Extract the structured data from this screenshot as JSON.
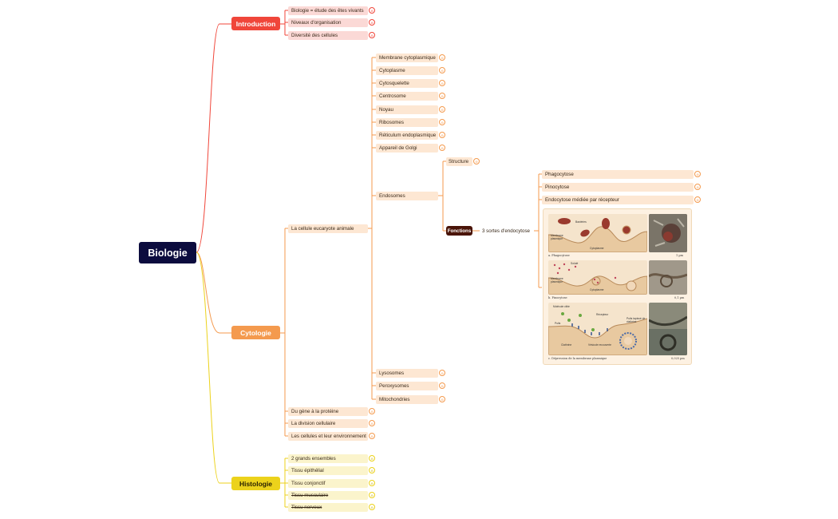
{
  "root": {
    "label": "Biologie"
  },
  "colors": {
    "root": "#0c0c3e",
    "introduction": "#f0463a",
    "cytologie": "#f49a4e",
    "histologie": "#ecd21b",
    "fonctions": "#4a1408"
  },
  "branches": {
    "introduction": {
      "label": "Introduction",
      "items": [
        {
          "label": "Biologie = étude des êtes vivants",
          "badge": "⊖"
        },
        {
          "label": "Niveaux d'organisation",
          "badge": "⊖"
        },
        {
          "label": "Diversité des cellules",
          "badge": "⊖"
        }
      ]
    },
    "cytologie": {
      "label": "Cytologie",
      "cellule": {
        "label": "La cellule eucaryote animale",
        "organelles_top": [
          {
            "label": "Membrane cytoplasmique",
            "badge": "⊖"
          },
          {
            "label": "Cytoplasme",
            "badge": "⊖"
          },
          {
            "label": "Cytosquelette",
            "badge": "⊖"
          },
          {
            "label": "Centrosome",
            "badge": "⊖"
          },
          {
            "label": "Noyau",
            "badge": "⊖"
          },
          {
            "label": "Ribosomes",
            "badge": "⊖"
          },
          {
            "label": "Réticulum endoplasmique",
            "badge": "⊖"
          },
          {
            "label": "Appareil de Golgi",
            "badge": "⊖"
          }
        ],
        "endosomes": {
          "label": "Endosomes",
          "structure": {
            "label": "Structure",
            "badge": "⊖"
          },
          "fonctions": {
            "label": "Fonctions",
            "child": "3 sortes d'endocytose",
            "types": [
              {
                "label": "Phagocytose",
                "badge": "⊖"
              },
              {
                "label": "Pinocytose",
                "badge": "⊖"
              },
              {
                "label": "Endocytose médiée par récepteur",
                "badge": "⊖"
              }
            ]
          }
        },
        "organelles_bottom": [
          {
            "label": "Lysosomes",
            "badge": "⊖"
          },
          {
            "label": "Peroxysomes",
            "badge": "⊖"
          },
          {
            "label": "Mitochondries",
            "badge": "⊖"
          }
        ]
      },
      "others": [
        {
          "label": "Du gène à la protéine",
          "badge": "⊖"
        },
        {
          "label": "La division cellulaire",
          "badge": "⊖"
        },
        {
          "label": "Les cellules et leur environnement",
          "badge": "⊖"
        }
      ]
    },
    "histologie": {
      "label": "Histologie",
      "items": [
        {
          "label": "2 grands ensembles",
          "badge": "⊖",
          "strike": false
        },
        {
          "label": "Tissu épithélial",
          "badge": "⊖",
          "strike": false
        },
        {
          "label": "Tissu conjonctif",
          "badge": "⊖",
          "strike": false
        },
        {
          "label": "Tissu musculaire",
          "badge": "⊖",
          "strike": true
        },
        {
          "label": "Tissu nerveux",
          "badge": "⊖",
          "strike": true
        }
      ]
    }
  },
  "figure": {
    "panels": [
      {
        "caption": "a. Phagocytose",
        "scale": "1 µm",
        "labels": [
          "Bactéries",
          "Membrane plasmique",
          "Cytoplasme"
        ]
      },
      {
        "caption": "b. Pinocytose",
        "scale": "0,1 µm",
        "labels": [
          "Soluté",
          "Membrane plasmique",
          "Cytoplasme"
        ]
      },
      {
        "caption": "c. Dépression de la membrane plasmique",
        "scale": "0,025 µm",
        "labels": [
          "Molécule cible",
          "Récepteur",
          "Puits",
          "Puits tapissé de clathrine",
          "Clathrine",
          "Vésicule recouverte"
        ]
      }
    ]
  }
}
